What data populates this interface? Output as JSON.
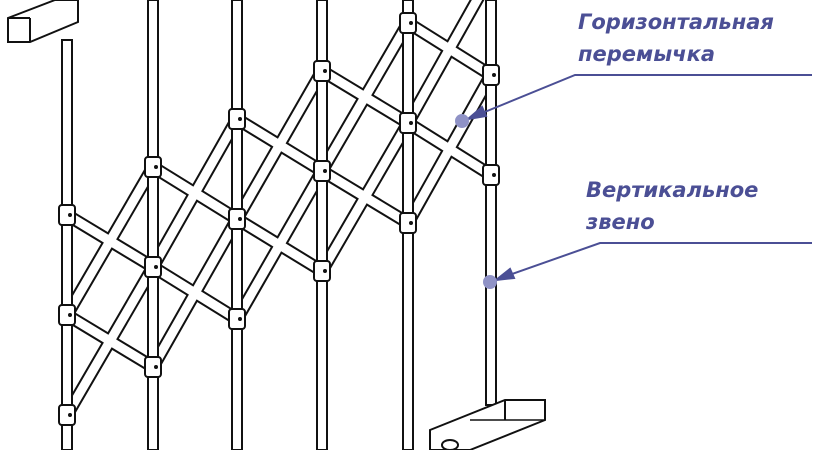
{
  "labels": {
    "horizontal": {
      "line1": "Горизонтальная",
      "line2": "перемычка"
    },
    "vertical": {
      "line1": "Вертикальное",
      "line2": "звено"
    }
  },
  "colors": {
    "annotation": "#4b4f95",
    "drawing": "#111111"
  }
}
